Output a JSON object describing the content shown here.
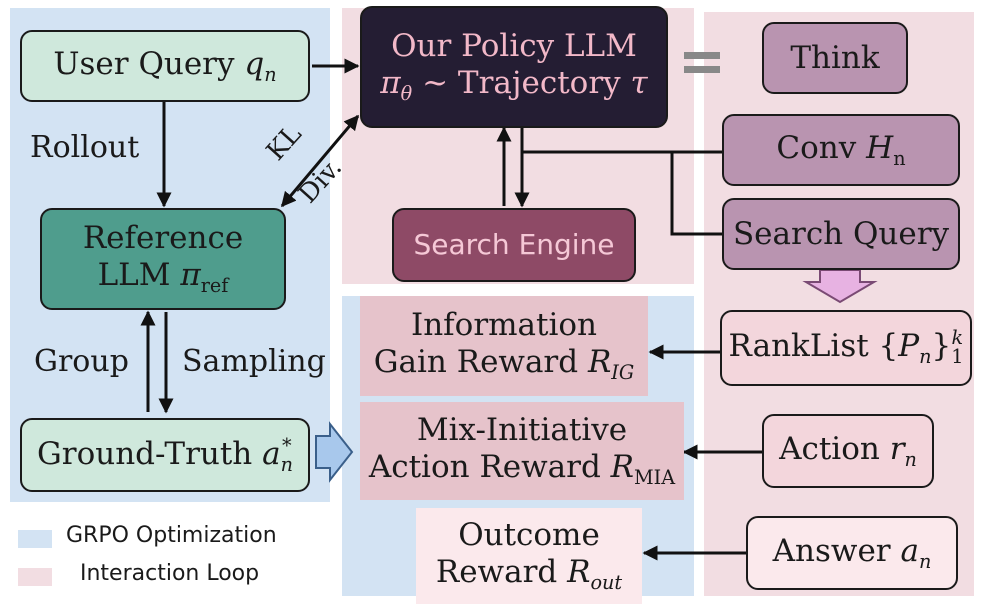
{
  "colors": {
    "grpo_region": "#d3e3f3",
    "interaction_region": "#f2dde2",
    "user_query_box": "#cfe8dc",
    "reference_box": "#4f9d8d",
    "groundtruth_box": "#cfe8dc",
    "policy_box": "#241d33",
    "policy_text": "#f2b8c8",
    "search_engine_box": "#8e4a66",
    "search_engine_text": "#f5c8d6",
    "purple_box": "#b994b0",
    "reward_box": "#e6c3cb",
    "pink_box": "#f3d6dc",
    "light_box": "#fbe9ec",
    "down_arrow": "#e7b2e2",
    "right_arrow": "#a8c8ec"
  },
  "nodes": {
    "user_query": {
      "text": "User Query ",
      "var": "q",
      "sub": "n"
    },
    "reference_line1": "Reference",
    "reference_line2": "LLM ",
    "reference_var": "π",
    "reference_sub": "ref",
    "ground_truth": {
      "text": "Ground-Truth ",
      "var": "a",
      "sup": "*",
      "sub": "n"
    },
    "policy_line1": "Our Policy LLM",
    "policy_var": "π",
    "policy_sub": "θ",
    "policy_rest": " ~ Trajectory ",
    "policy_tau": "τ",
    "search_engine": "Search Engine",
    "think": "Think",
    "conv": {
      "text": "Conv ",
      "var": "H",
      "sub": "n"
    },
    "search_query": "Search Query",
    "ranklist": {
      "text": "RankList {",
      "var": "P",
      "sub": "n",
      "close": "}",
      "sup2": "k",
      "sub2": "1"
    },
    "action": {
      "text": "Action ",
      "var": "r",
      "sub": "n"
    },
    "answer": {
      "text": "Answer ",
      "var": "a",
      "sub": "n"
    },
    "info_gain_line1": "Information",
    "info_gain_line2": "Gain Reward ",
    "info_gain_var": "R",
    "info_gain_sub": "IG",
    "mia_line1": "Mix-Initiative",
    "mia_line2": "Action Reward ",
    "mia_var": "R",
    "mia_sub": "MIA",
    "outcome_line1": "Outcome",
    "outcome_line2": "Reward ",
    "outcome_var": "R",
    "outcome_sub": "out"
  },
  "edge_labels": {
    "rollout": "Rollout",
    "kl": "KL",
    "div": "Div.",
    "group": "Group",
    "sampling": "Sampling",
    "equals": "="
  },
  "legend": {
    "grpo": "GRPO Optimization",
    "interaction": "Interaction Loop"
  }
}
